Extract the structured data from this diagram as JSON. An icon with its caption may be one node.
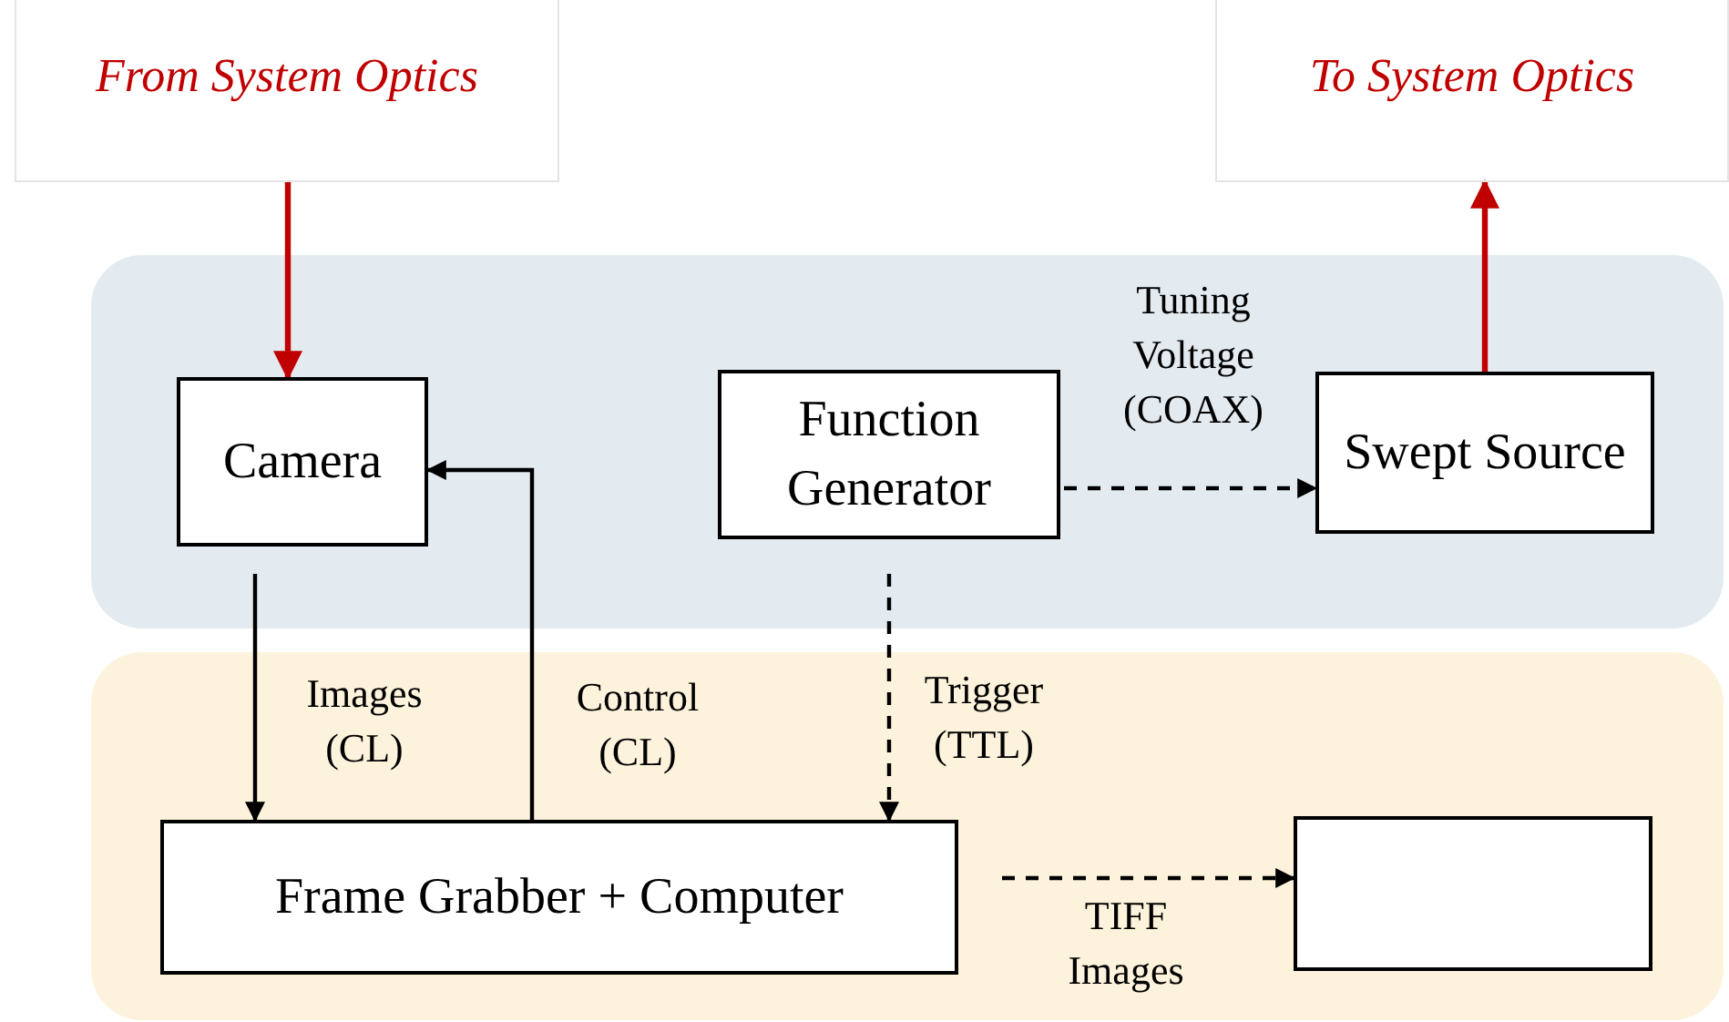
{
  "diagram": {
    "nodes": [
      {
        "text": [
          "From System Optics"
        ]
      },
      {
        "text": [
          "To System Optics"
        ]
      },
      {
        "text": [],
        "shape": "band"
      },
      {
        "text": [
          "Camera"
        ],
        "in": 2
      },
      {
        "text": [
          "Function Generator"
        ],
        "in": 2
      },
      {
        "text": [
          "Swept Source"
        ],
        "in": 2
      },
      {
        "text": [],
        "shape": "band"
      },
      {
        "text": [
          "Frame Grabber + Computer"
        ],
        "in": 6
      },
      {
        "text": [],
        "shape": "box",
        "in": 6
      }
    ],
    "edges": [
      {
        "from": 0,
        "to": 3,
        "arrow": "to",
        "color": "#c00000"
      },
      {
        "from": 5,
        "to": 1,
        "arrow": "to",
        "color": "#c00000"
      },
      {
        "from": 4,
        "to": 5,
        "arrow": "to",
        "style": "dashed",
        "label": "Tuning Voltage (COAX)"
      },
      {
        "from": 3,
        "to": 7,
        "arrow": "to",
        "label": "Images (CL)"
      },
      {
        "from": 7,
        "to": 3,
        "arrow": "to",
        "label": "Control (CL)"
      },
      {
        "from": 4,
        "to": 7,
        "arrow": "to",
        "style": "dashed",
        "label": "Trigger (TTL)"
      },
      {
        "from": 7,
        "to": 8,
        "arrow": "to",
        "style": "dashed",
        "label": "TIFF Images"
      }
    ]
  }
}
